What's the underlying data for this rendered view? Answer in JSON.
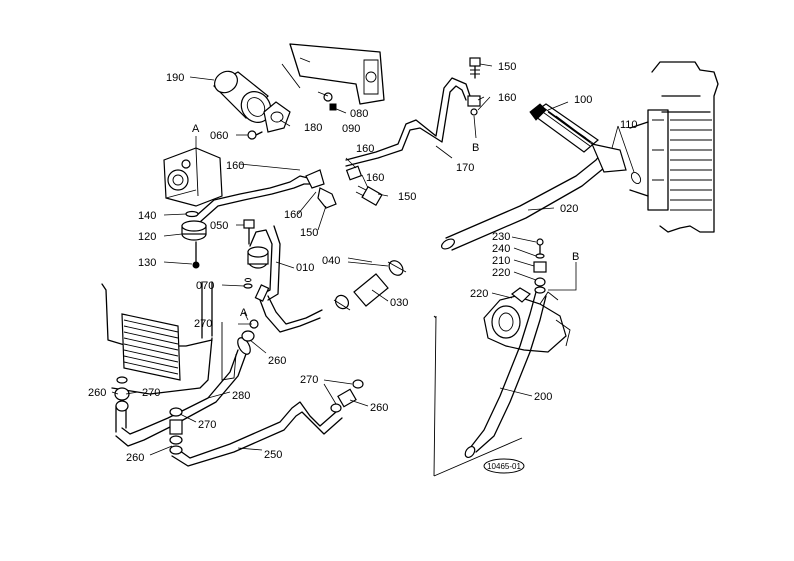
{
  "title": "",
  "figure_code": "10465-01",
  "colors": {
    "ink": "#000000",
    "paper": "#ffffff"
  },
  "parts": [
    {
      "key": "p190",
      "text": "190"
    },
    {
      "key": "p080",
      "text": "080"
    },
    {
      "key": "p090",
      "text": "090"
    },
    {
      "key": "p180",
      "text": "180"
    },
    {
      "key": "p060",
      "text": "060"
    },
    {
      "key": "pA1",
      "text": "A"
    },
    {
      "key": "p160a",
      "text": "160"
    },
    {
      "key": "p160b",
      "text": "160"
    },
    {
      "key": "p160c",
      "text": "160"
    },
    {
      "key": "p160d",
      "text": "160"
    },
    {
      "key": "p160e",
      "text": "160"
    },
    {
      "key": "p150a",
      "text": "150"
    },
    {
      "key": "p150b",
      "text": "150"
    },
    {
      "key": "p150c",
      "text": "150"
    },
    {
      "key": "pB1",
      "text": "B"
    },
    {
      "key": "p170",
      "text": "170"
    },
    {
      "key": "p100",
      "text": "100"
    },
    {
      "key": "p110",
      "text": "110"
    },
    {
      "key": "p020",
      "text": "020"
    },
    {
      "key": "p140",
      "text": "140"
    },
    {
      "key": "p120",
      "text": "120"
    },
    {
      "key": "p130",
      "text": "130"
    },
    {
      "key": "p050",
      "text": "050"
    },
    {
      "key": "p010",
      "text": "010"
    },
    {
      "key": "p040",
      "text": "040"
    },
    {
      "key": "p070",
      "text": "070"
    },
    {
      "key": "p030",
      "text": "030"
    },
    {
      "key": "p230",
      "text": "230"
    },
    {
      "key": "p240",
      "text": "240"
    },
    {
      "key": "p210",
      "text": "210"
    },
    {
      "key": "p220a",
      "text": "220"
    },
    {
      "key": "pB2",
      "text": "B"
    },
    {
      "key": "p220b",
      "text": "220"
    },
    {
      "key": "pA2",
      "text": "A"
    },
    {
      "key": "p270a",
      "text": "270"
    },
    {
      "key": "p260a",
      "text": "260"
    },
    {
      "key": "p270b",
      "text": "270"
    },
    {
      "key": "p260b",
      "text": "260"
    },
    {
      "key": "p280",
      "text": "280"
    },
    {
      "key": "p270c",
      "text": "270"
    },
    {
      "key": "p260c",
      "text": "260"
    },
    {
      "key": "p270d",
      "text": "270"
    },
    {
      "key": "p260d",
      "text": "260"
    },
    {
      "key": "p250",
      "text": "250"
    },
    {
      "key": "p200",
      "text": "200"
    }
  ]
}
